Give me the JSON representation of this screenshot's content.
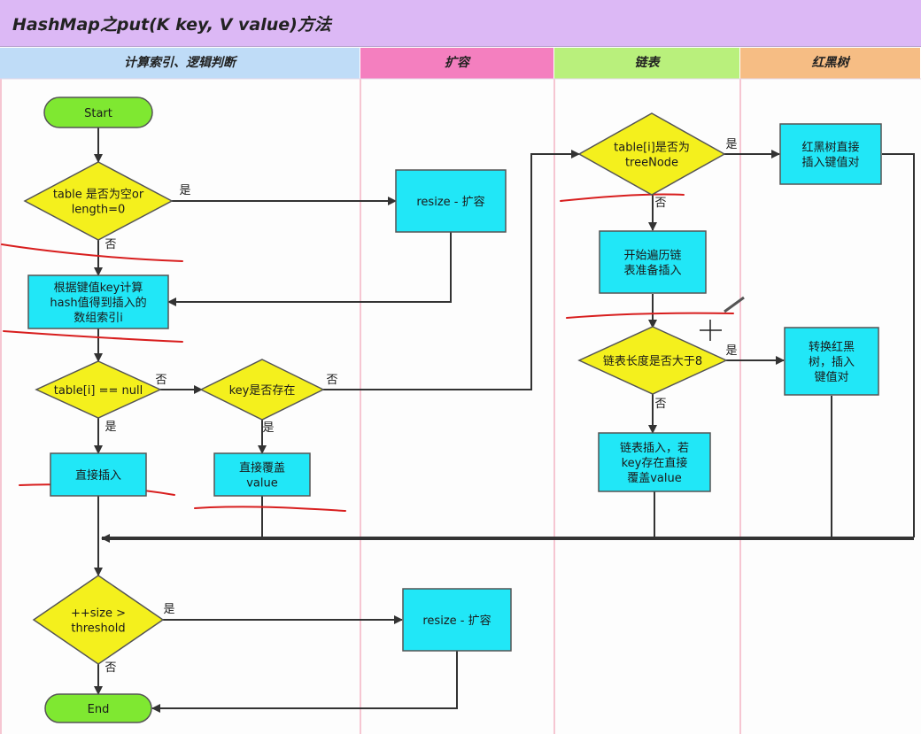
{
  "title": "HashMap之put(K key, V value)方法",
  "lanes": [
    {
      "label": "计算索引、逻辑判断",
      "color": "#bfdcf7"
    },
    {
      "label": "扩容",
      "color": "#f47fbf"
    },
    {
      "label": "链表",
      "color": "#b9f07c"
    },
    {
      "label": "红黑树",
      "color": "#f6bd84"
    }
  ],
  "colors": {
    "terminal": "#7fe831",
    "decision": "#f4f01d",
    "process": "#21e7f7",
    "annotation": "#d81e1e"
  },
  "nodes": {
    "start": {
      "lines": [
        "Start"
      ]
    },
    "table_empty": {
      "lines": [
        "table 是否为空or",
        "length=0"
      ]
    },
    "resize1": {
      "lines": [
        "resize - 扩容"
      ]
    },
    "calc_index": {
      "lines": [
        "根据键值key计算",
        "hash值得到插入的",
        "数组索引i"
      ]
    },
    "table_i_null": {
      "lines": [
        "table[i] == null"
      ]
    },
    "key_exists": {
      "lines": [
        "key是否存在"
      ]
    },
    "direct_insert": {
      "lines": [
        "直接插入"
      ]
    },
    "overwrite": {
      "lines": [
        "直接覆盖",
        "value"
      ]
    },
    "tree_node": {
      "lines": [
        "table[i]是否为",
        "treeNode"
      ]
    },
    "rb_insert": {
      "lines": [
        "红黑树直接",
        "插入键值对"
      ]
    },
    "traverse": {
      "lines": [
        "开始遍历链",
        "表准备插入"
      ]
    },
    "len_gt8": {
      "lines": [
        "链表长度是否大于8"
      ]
    },
    "convert_rb": {
      "lines": [
        "转换红黑",
        "树，插入",
        "键值对"
      ]
    },
    "list_insert": {
      "lines": [
        "链表插入，若",
        "key存在直接",
        "覆盖value"
      ]
    },
    "size_check": {
      "lines": [
        "++size >",
        "threshold"
      ]
    },
    "resize2": {
      "lines": [
        "resize - 扩容"
      ]
    },
    "end": {
      "lines": [
        "End"
      ]
    }
  },
  "edge_labels": {
    "yes": "是",
    "no": "否"
  }
}
